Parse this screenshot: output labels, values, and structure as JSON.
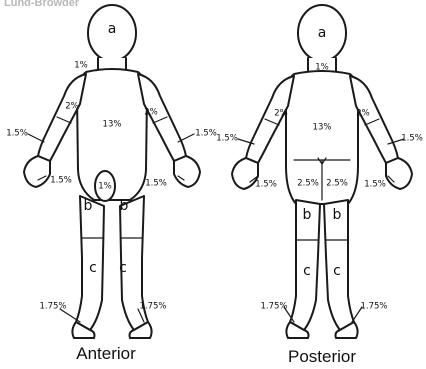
{
  "watermark": "Lund-Browder",
  "anterior": {
    "title": "Anterior",
    "head": "a",
    "neck": "1%",
    "upper_arm_right": "2%",
    "upper_arm_left": "2%",
    "trunk": "13%",
    "forearm_right": "1.5%",
    "forearm_left": "1.5%",
    "hand_right": "1.5%",
    "hand_left": "1.5%",
    "genitalia": "1%",
    "thigh_right": "b",
    "thigh_left": "b",
    "leg_right": "c",
    "leg_left": "c",
    "foot_right": "1.75%",
    "foot_left": "1.75%"
  },
  "posterior": {
    "title": "Posterior",
    "head": "a",
    "neck": "1%",
    "upper_arm_left": "2%",
    "upper_arm_right": "2%",
    "trunk": "13%",
    "forearm_left": "1.5%",
    "forearm_right": "1.5%",
    "hand_left": "1.5%",
    "hand_right": "1.5%",
    "buttock_left": "2.5%",
    "buttock_right": "2.5%",
    "thigh_left": "b",
    "thigh_right": "b",
    "leg_left": "c",
    "leg_right": "c",
    "foot_left": "1.75%",
    "foot_right": "1.75%"
  }
}
